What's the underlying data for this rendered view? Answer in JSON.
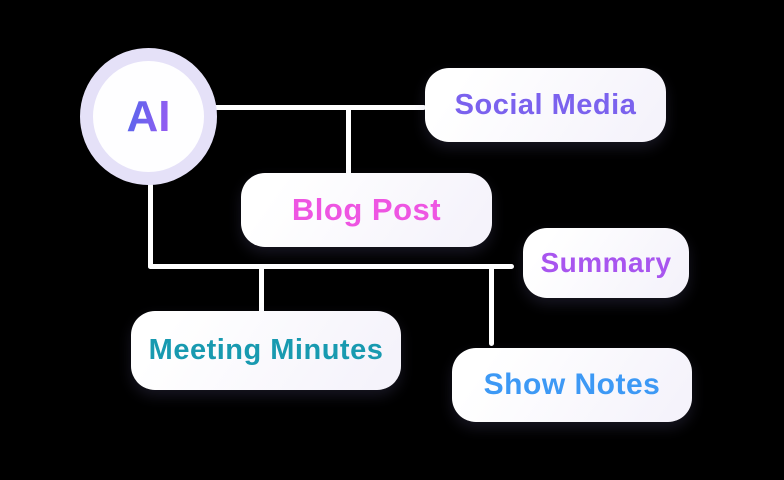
{
  "canvas": {
    "background": "#000000",
    "connector_color": "#ffffff"
  },
  "root_node": {
    "label": "AI",
    "gradient_start": "#5566ec",
    "gradient_end": "#9b5bf2",
    "ring_color": "#e5e1f8",
    "fill": "#fefeff"
  },
  "nodes": [
    {
      "id": "social-media",
      "label": "Social Media",
      "color": "#7b62ee"
    },
    {
      "id": "blog-post",
      "label": "Blog Post",
      "color": "#ee55e2"
    },
    {
      "id": "summary",
      "label": "Summary",
      "color": "#a855ef"
    },
    {
      "id": "meeting-minutes",
      "label": "Meeting Minutes",
      "color": "#189ab0"
    },
    {
      "id": "show-notes",
      "label": "Show Notes",
      "color": "#3d99f5"
    }
  ]
}
